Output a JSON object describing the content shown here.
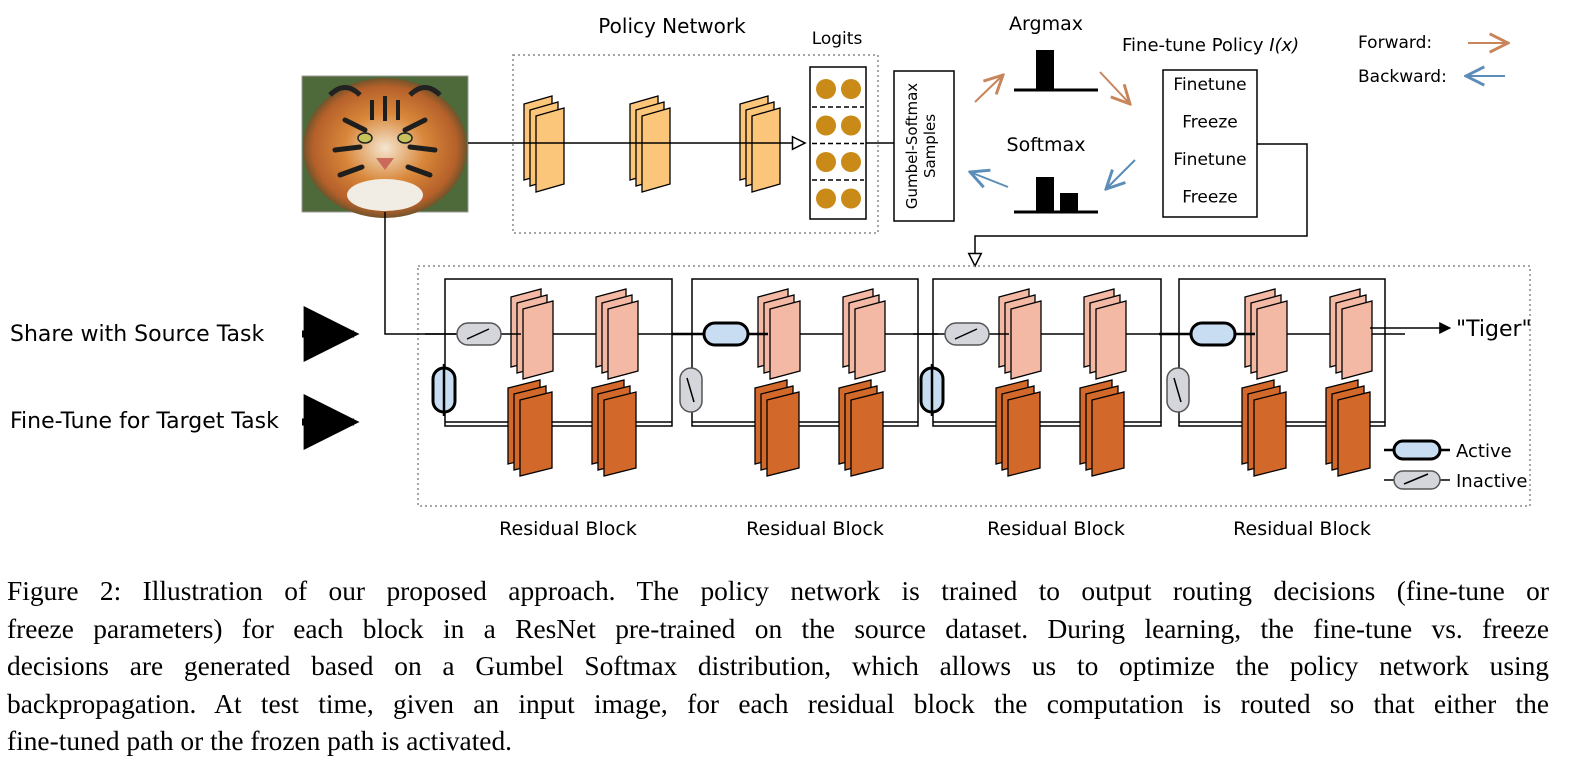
{
  "figure": {
    "policy_network_title": "Policy Network",
    "logits_label": "Logits",
    "gumbel_label_line1": "Gumbel-Softmax",
    "gumbel_label_line2": "Samples",
    "argmax_label": "Argmax",
    "softmax_label": "Softmax",
    "finetune_policy_label": "Fine-tune Policy",
    "finetune_policy_symbol": "I(x)",
    "policy_items": [
      "Finetune",
      "Freeze",
      "Finetune",
      "Freeze"
    ],
    "legend_forward": "Forward:",
    "legend_backward": "Backward:",
    "share_label": "Share with Source Task",
    "finetune_label": "Fine-Tune for Target Task",
    "output_label": "\"Tiger\"",
    "active_label": "Active",
    "inactive_label": "Inactive",
    "residual_block_labels": [
      "Residual Block",
      "Residual Block",
      "Residual Block",
      "Residual Block"
    ],
    "colors": {
      "policy_layer": "#fbc57a",
      "shared_layer": "#f4b9a4",
      "target_layer": "#d2692b",
      "logit_circle": "#c98a17",
      "active_switch": "#c9ddf2",
      "inactive_switch": "#d4d6dc",
      "forward_arrow": "#c8845a",
      "backward_arrow": "#5b8db8"
    },
    "image_description_icon": "tiger-photo"
  },
  "caption": {
    "lines": [
      "Figure 2: Illustration of our proposed approach. The policy network is trained to output routing decisions (fine-tune or",
      "freeze parameters) for each block in a ResNet pre-trained on the source dataset. During learning, the fine-tune vs. freeze",
      "decisions are generated based on a Gumbel Softmax distribution, which allows us to optimize the policy network using",
      "backpropagation. At test time, given an input image, for each residual block the computation is routed so that either the",
      "fine-tuned path or the frozen path is activated."
    ]
  }
}
